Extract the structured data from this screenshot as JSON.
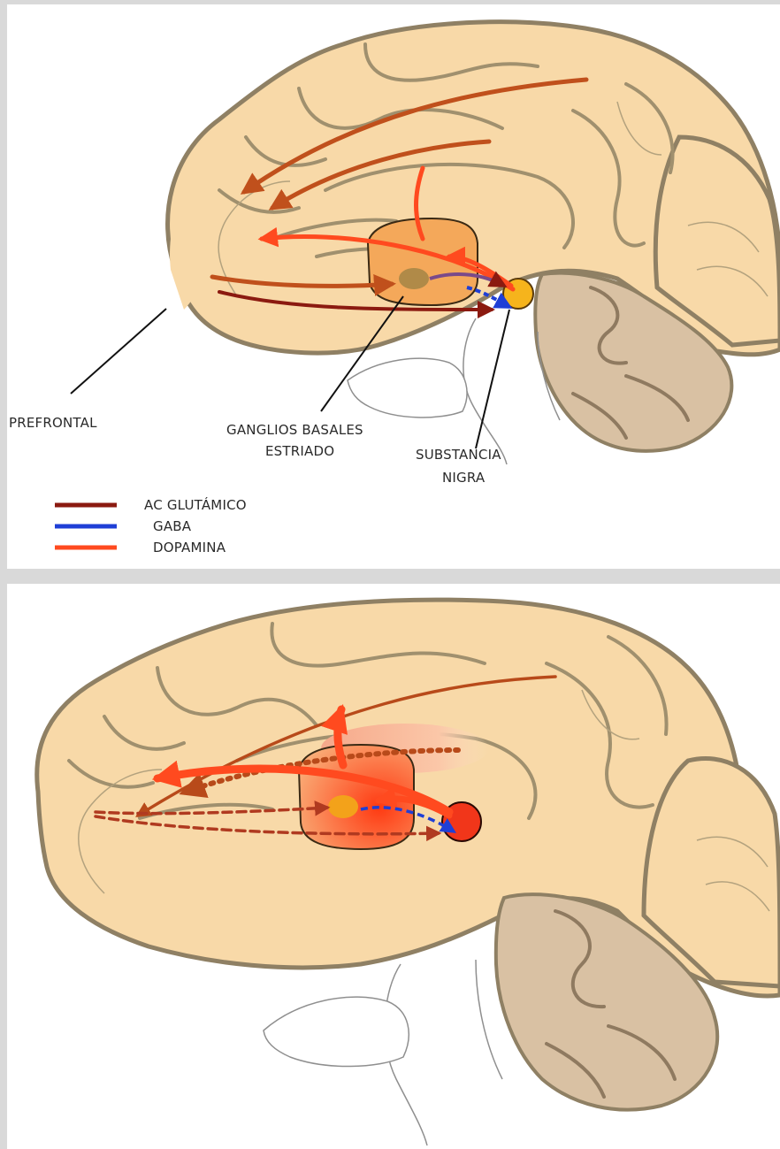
{
  "colors": {
    "glutamate": "#8b1a10",
    "gaba": "#1f3fd6",
    "dopamine": "#ff4a1f",
    "cortex_fill": "#f8d9a8",
    "cortex_outline": "#8f8064",
    "cerebellum_fill": "#d9c1a3",
    "striatum_fill": "#f4a85a",
    "substantia_nigra_fill": "#f6b41c",
    "background": "#d9d9d9"
  },
  "top_panel": {
    "labels": {
      "prefrontal": "PREFRONTAL",
      "basal_ganglia_line1": "GANGLIOS BASALES",
      "basal_ganglia_line2": "ESTRIADO",
      "substantia_line1": "SUBSTANCIA",
      "substantia_line2": "NIGRA"
    },
    "legend": [
      {
        "label": "AC GLUTÁMICO",
        "color": "#8b1a10"
      },
      {
        "label": "GABA",
        "color": "#1f3fd6"
      },
      {
        "label": "DOPAMINA",
        "color": "#ff4a1f"
      }
    ]
  },
  "bottom_panel": {}
}
